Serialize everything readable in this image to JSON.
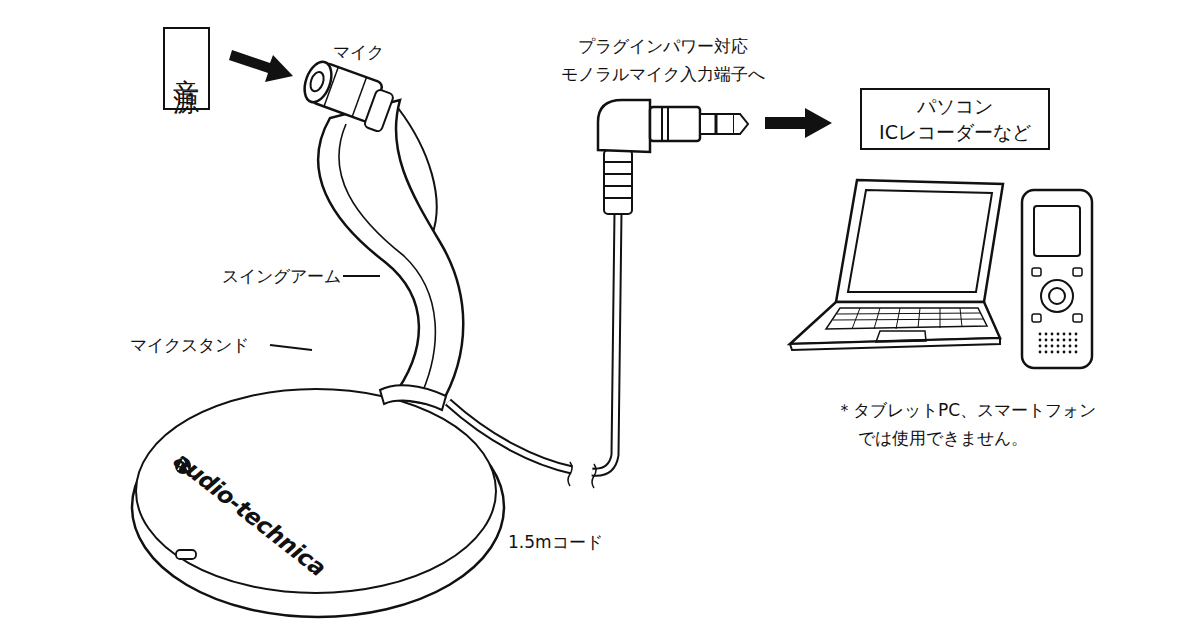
{
  "diagram": {
    "nodes": [
      {
        "text": [
          "音源"
        ]
      },
      {
        "text": [
          "パソコン ICレコーダーなど"
        ]
      }
    ],
    "labels": [
      "マイク",
      "プラグインパワー対応 モノラルマイク入力端子へ",
      "スイングアーム",
      "マイクスタンド",
      "1.5mコード",
      "audio-technica",
      "＊タブレットPC、スマートフォン では使用できません。"
    ]
  }
}
